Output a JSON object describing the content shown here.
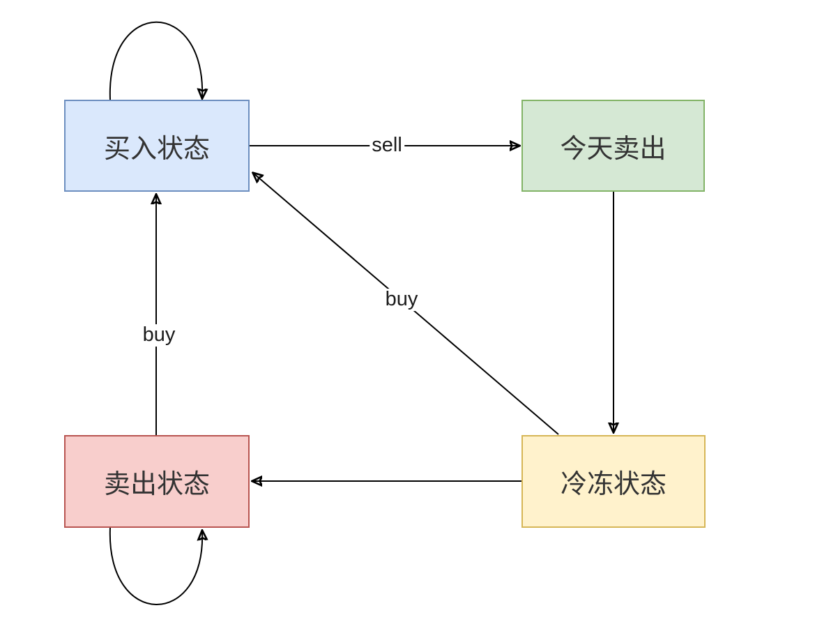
{
  "diagram": {
    "type": "state-machine-flowchart",
    "background": "#ffffff",
    "stroke_color": "#000000",
    "nodes": {
      "buy_state": {
        "label": "买入状态",
        "fill": "#dae8fc",
        "border": "#6c8ebf"
      },
      "sell_today": {
        "label": "今天卖出",
        "fill": "#d5e8d4",
        "border": "#82b366"
      },
      "sold_state": {
        "label": "卖出状态",
        "fill": "#f8cecc",
        "border": "#b85450"
      },
      "frozen_state": {
        "label": "冷冻状态",
        "fill": "#fff2cc",
        "border": "#d6b656"
      }
    },
    "edge_labels": {
      "sell": "sell",
      "buy_left": "buy",
      "buy_diagonal": "buy"
    },
    "transitions": [
      {
        "from": "买入状态",
        "to": "买入状态",
        "label": "",
        "shape": "self-loop-top"
      },
      {
        "from": "买入状态",
        "to": "今天卖出",
        "label": "sell",
        "shape": "straight"
      },
      {
        "from": "今天卖出",
        "to": "冷冻状态",
        "label": "",
        "shape": "straight"
      },
      {
        "from": "冷冻状态",
        "to": "买入状态",
        "label": "buy",
        "shape": "diagonal"
      },
      {
        "from": "冷冻状态",
        "to": "卖出状态",
        "label": "",
        "shape": "straight"
      },
      {
        "from": "卖出状态",
        "to": "买入状态",
        "label": "buy",
        "shape": "straight"
      },
      {
        "from": "卖出状态",
        "to": "卖出状态",
        "label": "",
        "shape": "self-loop-bottom"
      }
    ]
  }
}
